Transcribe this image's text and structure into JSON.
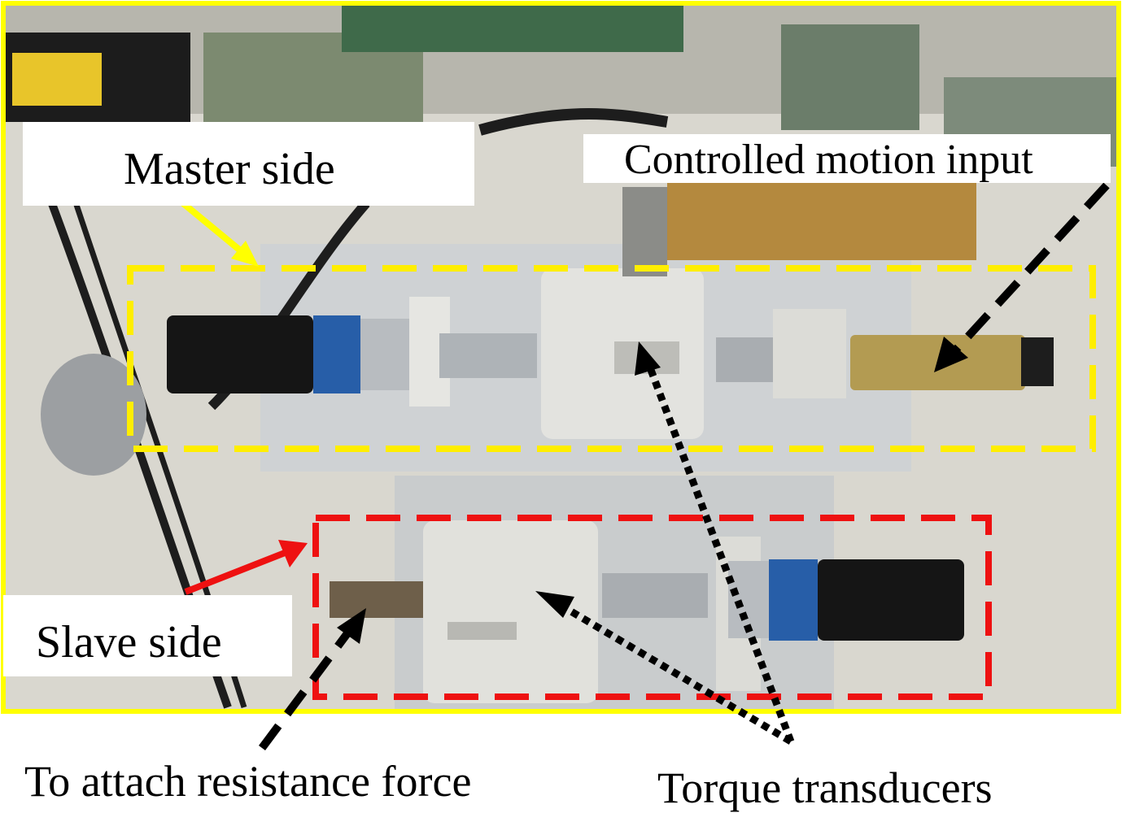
{
  "labels": {
    "master": "Master side",
    "controlled": "Controlled motion input",
    "slave": "Slave side",
    "resistance": "To attach resistance force",
    "torque": "Torque transducers"
  },
  "colors": {
    "photo_border": "#ffff00",
    "master_box": "#ffee00",
    "slave_box": "#ee1111",
    "master_arrow": "#ffff00",
    "slave_arrow": "#ee1111",
    "pointer_black": "#000000"
  }
}
